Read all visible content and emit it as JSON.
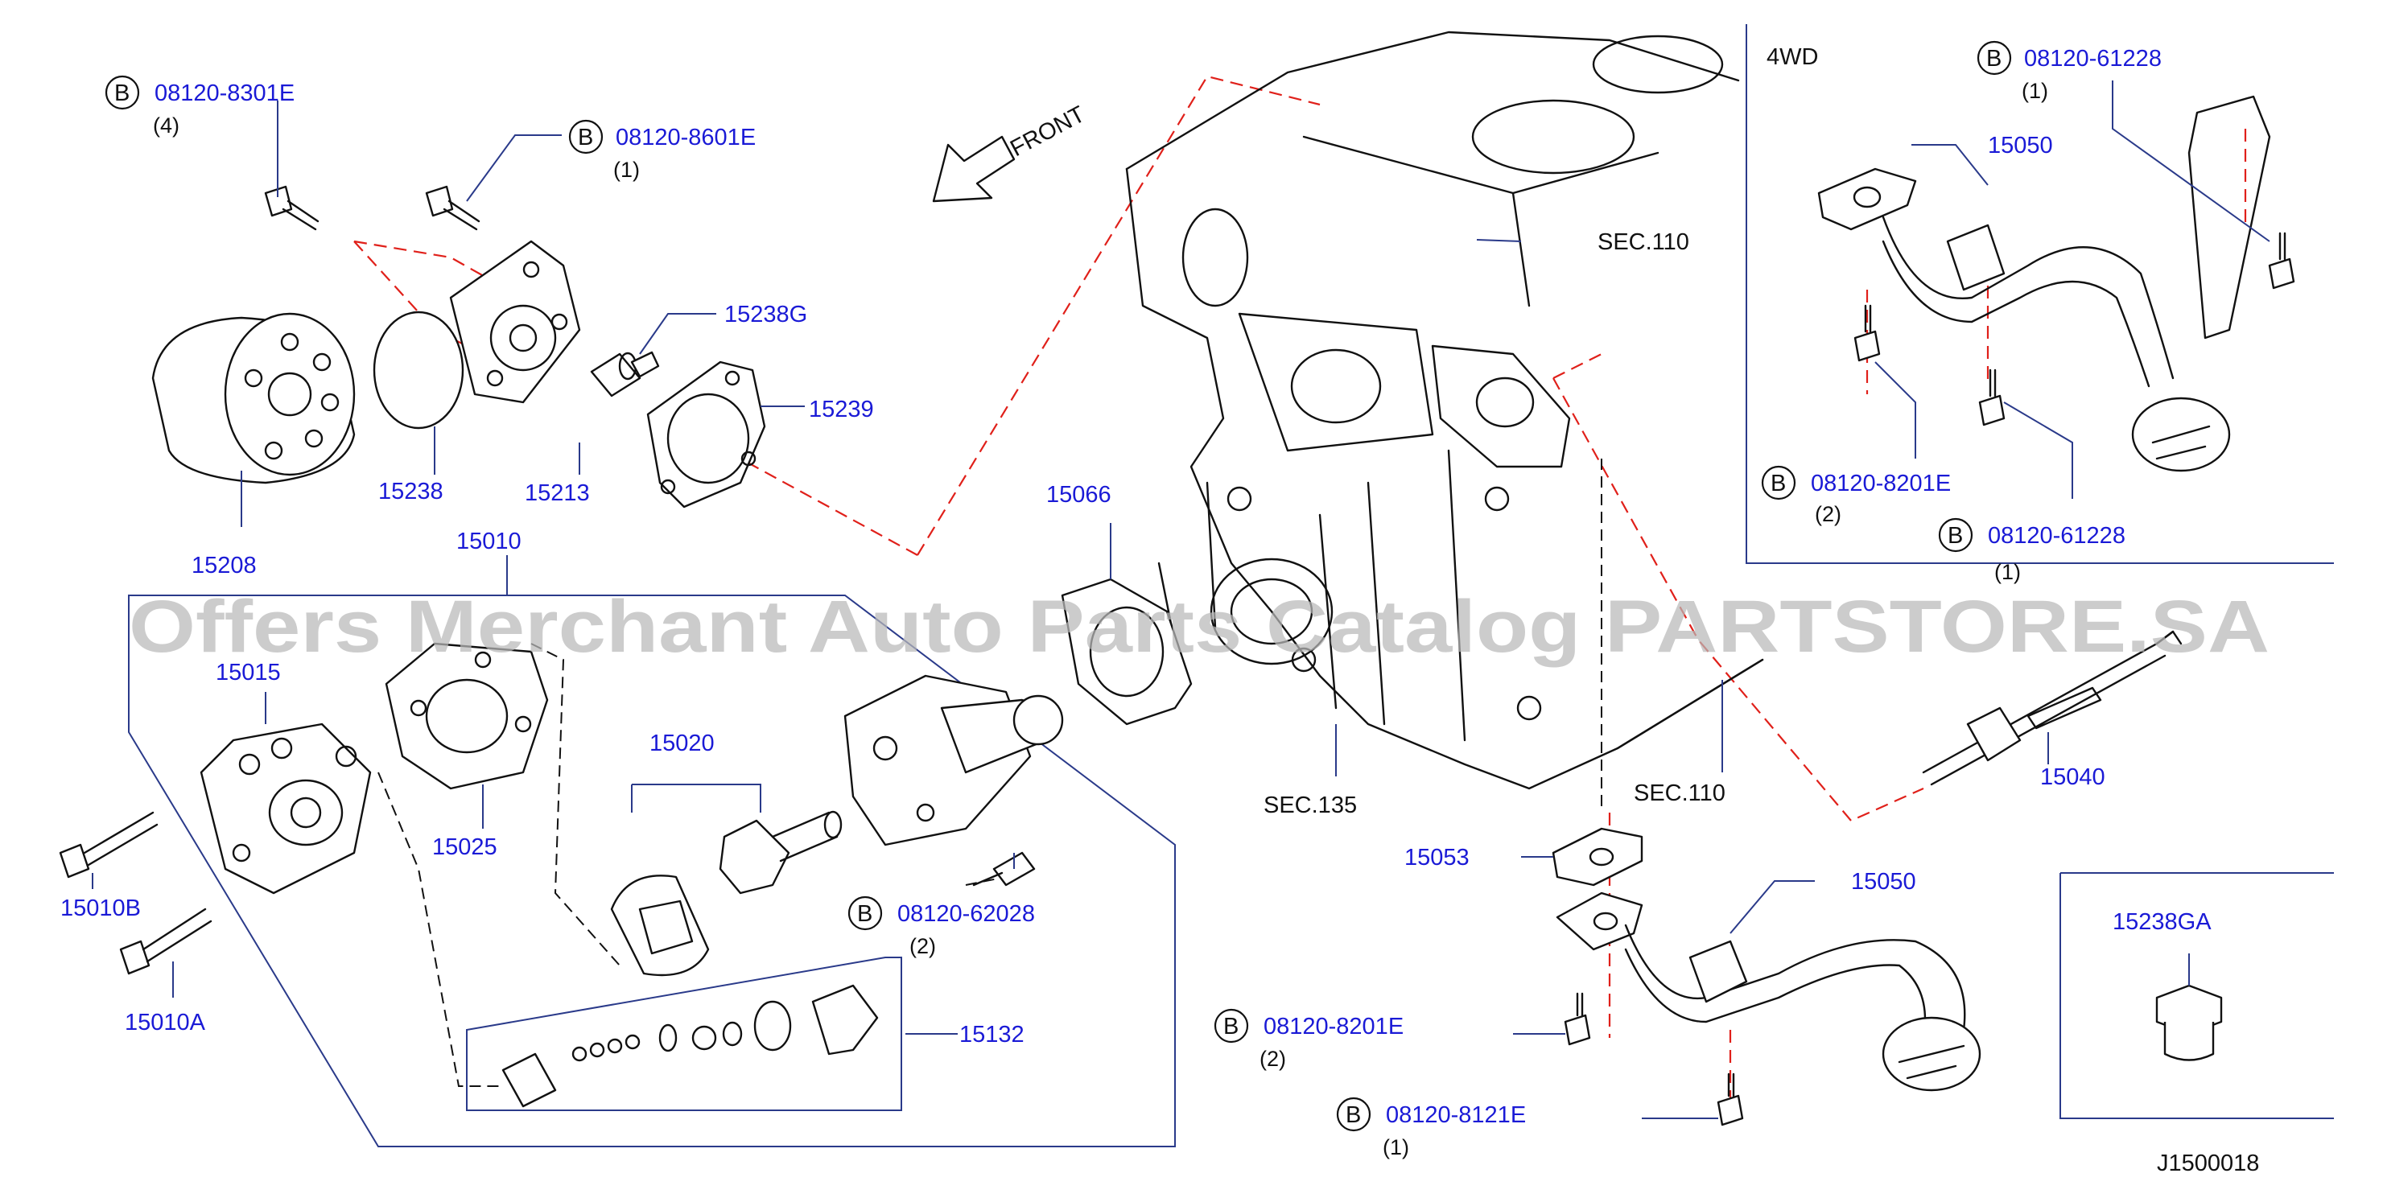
{
  "watermark": "Offers Merchant Auto Parts Catalog PARTSTORE.SA",
  "front_label": "FRONT",
  "variant_label": "4WD",
  "diagram_id": "J1500018",
  "bolt_marker": "B",
  "sections": {
    "sec110_top": "SEC.110",
    "sec110_bottom": "SEC.110",
    "sec135": "SEC.135"
  },
  "callouts": {
    "p15208": "15208",
    "p15238": "15238",
    "p15213": "15213",
    "p15238G": "15238G",
    "p15239": "15239",
    "p15010": "15010",
    "p15015": "15015",
    "p15025": "15025",
    "p15020": "15020",
    "p15066": "15066",
    "p15010B": "15010B",
    "p15010A": "15010A",
    "p15132": "15132",
    "p15053": "15053",
    "p15050_main": "15050",
    "p15050_4wd": "15050",
    "p15040": "15040",
    "p15238GA": "15238GA"
  },
  "bolts": {
    "b8301E": {
      "part": "08120-8301E",
      "qty": "(4)"
    },
    "b8601E": {
      "part": "08120-8601E",
      "qty": "(1)"
    },
    "b62028": {
      "part": "08120-62028",
      "qty": "(2)"
    },
    "b8201E_main": {
      "part": "08120-8201E",
      "qty": "(2)"
    },
    "b8121E": {
      "part": "08120-8121E",
      "qty": "(1)"
    },
    "b61228_top": {
      "part": "08120-61228",
      "qty": "(1)"
    },
    "b8201E_4wd": {
      "part": "08120-8201E",
      "qty": "(2)"
    },
    "b61228_bottom": {
      "part": "08120-61228",
      "qty": "(1)"
    }
  },
  "colors": {
    "callout_blue": "#1a1ad6",
    "leader_navy": "#2a3a8a",
    "dash_red": "#e0201a",
    "line_black": "#111111",
    "watermark_grey": "#b9b9b9"
  }
}
